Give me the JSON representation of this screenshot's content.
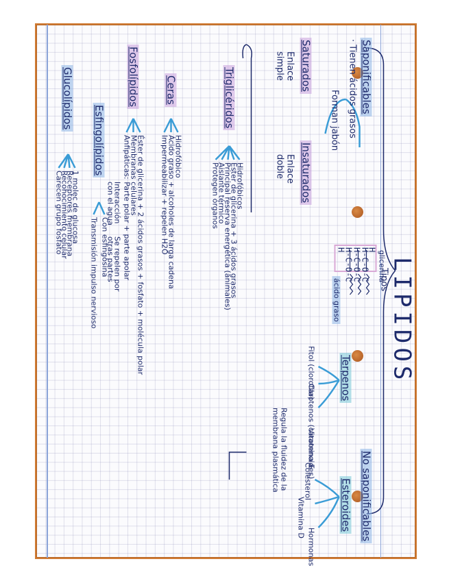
{
  "title": "LIPIDOS",
  "tipos": "Tipos",
  "branches": {
    "saponificables": {
      "label": "Saponificables",
      "note1": "· Tienen ácidos grasos",
      "note2": "Forman jabón"
    },
    "no_saponificables": {
      "label": "No saponificables"
    }
  },
  "saturados": {
    "label": "Saturados",
    "desc1": "Enlace",
    "desc2": "simple"
  },
  "insaturados": {
    "label": "Insaturados",
    "desc1": "Enlace",
    "desc2": "doble"
  },
  "trigliceridos": {
    "label": "Triglicéridos",
    "items": [
      "Hidrofóbicos",
      "Éster de glicerina + 3 ácidos grasos",
      "Principal reserva energética (animales)",
      "Aislante térmico",
      "Protegen órganos"
    ]
  },
  "ceras": {
    "label": "Ceras",
    "items": [
      "Hidrofóbico",
      "Ácido graso + alcoholes de larga cadena",
      "Impermeabilizar + repelen H2O"
    ]
  },
  "fosfolipidos": {
    "label": "Fosfolípidos",
    "items": [
      "Éster de glicerina + 2 ácidos grasos + fosfato + molécula polar",
      "Membranas celulares",
      "Anfipáticas: Parte polar + parte apolar"
    ],
    "note1": "Interacción",
    "note2": "con el agua",
    "note3": "Se repelen por",
    "note4": "otras partes"
  },
  "esfingolipidos": {
    "label": "Esfingolípidos",
    "items": [
      "Con esfingosina",
      "Transmisión impulso nervioso"
    ]
  },
  "glucolipidos": {
    "label": "Glucolípidos",
    "items": [
      "1 molec de glucosa",
      "Receptores membrana",
      "Reconocimiento celular",
      "Carecen grupo fosfato"
    ]
  },
  "formula": {
    "label": "glicerina",
    "rows": [
      "H",
      "H-C-O-C",
      "H-C-O-C",
      "H-C-O-C",
      "H"
    ],
    "acid_label": "ácido graso"
  },
  "terpenos": {
    "label": "Terpenos",
    "items": [
      "Fitol (clorofila)",
      "Carotenos (carotenoides)",
      "Vitamina E"
    ]
  },
  "esteroides": {
    "label": "Esteroides",
    "items": [
      "Colesterol",
      "Vitamina D",
      "Hormonas"
    ],
    "note": "Regula la fluidez de la membrana plasmática"
  }
}
